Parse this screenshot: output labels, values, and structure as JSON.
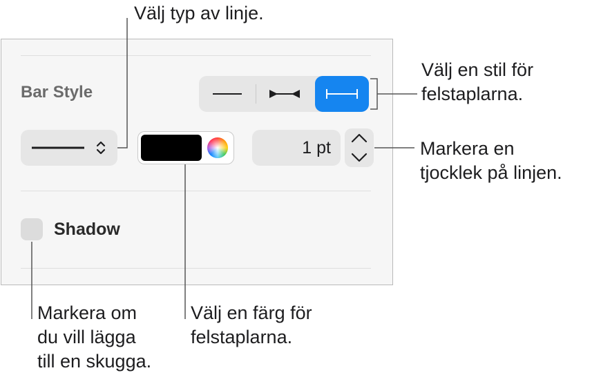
{
  "panel": {
    "section_label": "Bar Style",
    "bar_style_segments": [
      {
        "icon": "plain-line-icon",
        "selected": false
      },
      {
        "icon": "converging-arrows-line-icon",
        "selected": false
      },
      {
        "icon": "capped-line-icon",
        "selected": true
      }
    ],
    "line_style": {
      "icon": "solid-line-icon"
    },
    "color": {
      "value": "#000000"
    },
    "thickness": {
      "value": "1 pt"
    },
    "shadow": {
      "label": "Shadow",
      "checked": false
    }
  },
  "callouts": {
    "line_type": "Välj typ av linje.",
    "bar_style": [
      "Välj en stil för",
      "felstaplarna."
    ],
    "thickness": [
      "Markera en",
      "tjocklek på linjen."
    ],
    "color": [
      "Välj en färg för",
      "felstaplarna."
    ],
    "shadow": [
      "Markera om",
      "du vill lägga",
      "till en skugga."
    ]
  },
  "colors": {
    "accent": "#1585f0",
    "panel_bg": "#f6f6f6",
    "control_bg": "#e6e6e6"
  }
}
